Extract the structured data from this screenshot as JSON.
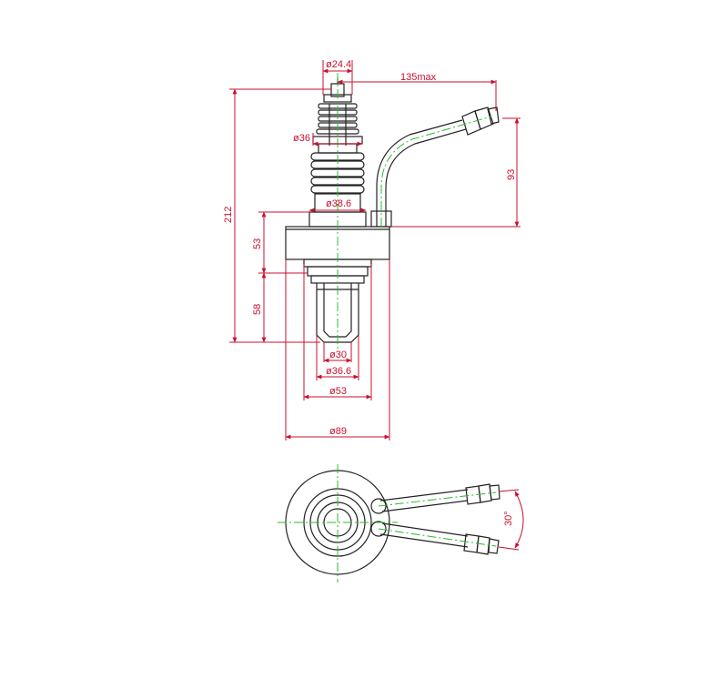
{
  "colors": {
    "outline": "#222222",
    "dimension": "#c8102e",
    "centerline": "#2db82d",
    "background": "#ffffff"
  },
  "dimensions": {
    "d_24_4": "ø24.4",
    "max_135": "135max",
    "d_36": "ø36",
    "h_93": "93",
    "d_38_6": "ø38.6",
    "h_212": "212",
    "h_53": "53",
    "h_58": "58",
    "d_30": "ø30",
    "d_36_6": "ø36.6",
    "d_53": "ø53",
    "d_89": "ø89",
    "angle_30": "30°"
  }
}
